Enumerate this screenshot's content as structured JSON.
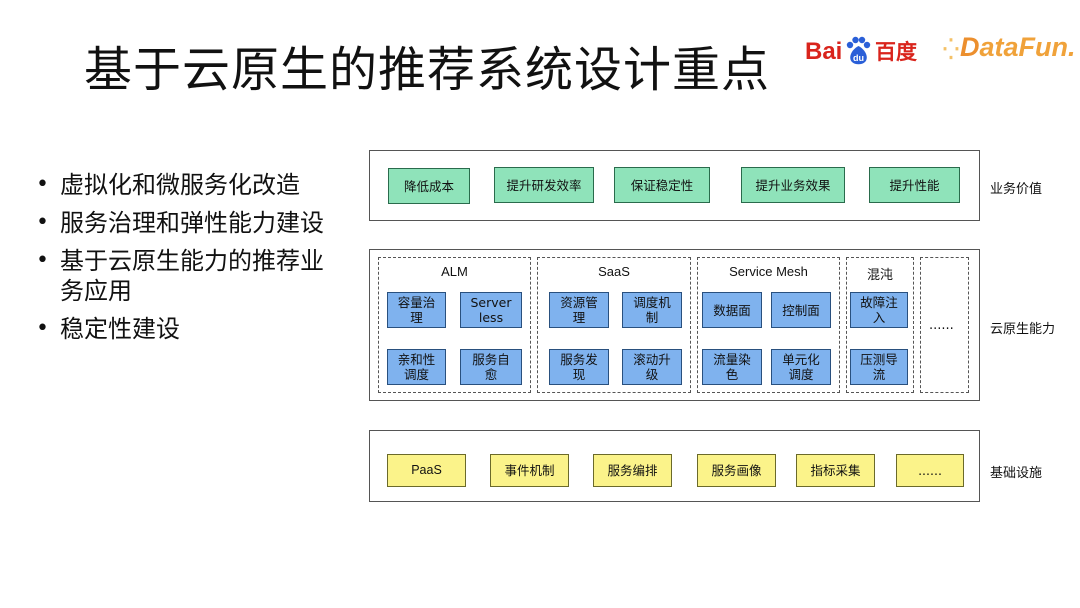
{
  "title": "基于云原生的推荐系统设计重点",
  "logos": {
    "baidu": "Bai百度",
    "datafun": "DataFun."
  },
  "bullets": [
    "虚拟化和微服务化改造",
    "服务治理和弹性能力建设",
    "基于云原生能力的推荐业务应用",
    "稳定性建设"
  ],
  "diagram": {
    "business_value": {
      "label": "业务价值",
      "items": [
        "降低成本",
        "提升研发效率",
        "保证稳定性",
        "提升业务效果",
        "提升性能"
      ]
    },
    "cloud_native": {
      "label": "云原生能力",
      "groups": [
        {
          "title": "ALM",
          "items": [
            "容量治理",
            "Serverless",
            "亲和性调度",
            "服务自愈"
          ]
        },
        {
          "title": "SaaS",
          "items": [
            "资源管理",
            "调度机制",
            "服务发现",
            "滚动升级"
          ]
        },
        {
          "title": "Service Mesh",
          "items": [
            "数据面",
            "控制面",
            "流量染色",
            "单元化调度"
          ]
        },
        {
          "title": "混沌",
          "items": [
            "故障注入",
            "压测导流"
          ]
        }
      ],
      "more": "......"
    },
    "infrastructure": {
      "label": "基础设施",
      "items": [
        "PaaS",
        "事件机制",
        "服务编排",
        "服务画像",
        "指标采集",
        "......"
      ]
    }
  }
}
